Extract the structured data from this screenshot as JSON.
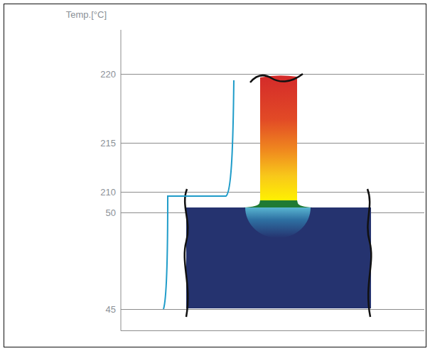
{
  "diagram": {
    "labels": [
      "Temp.[°C]",
      "220",
      "215",
      "210",
      "50",
      "45"
    ]
  }
}
